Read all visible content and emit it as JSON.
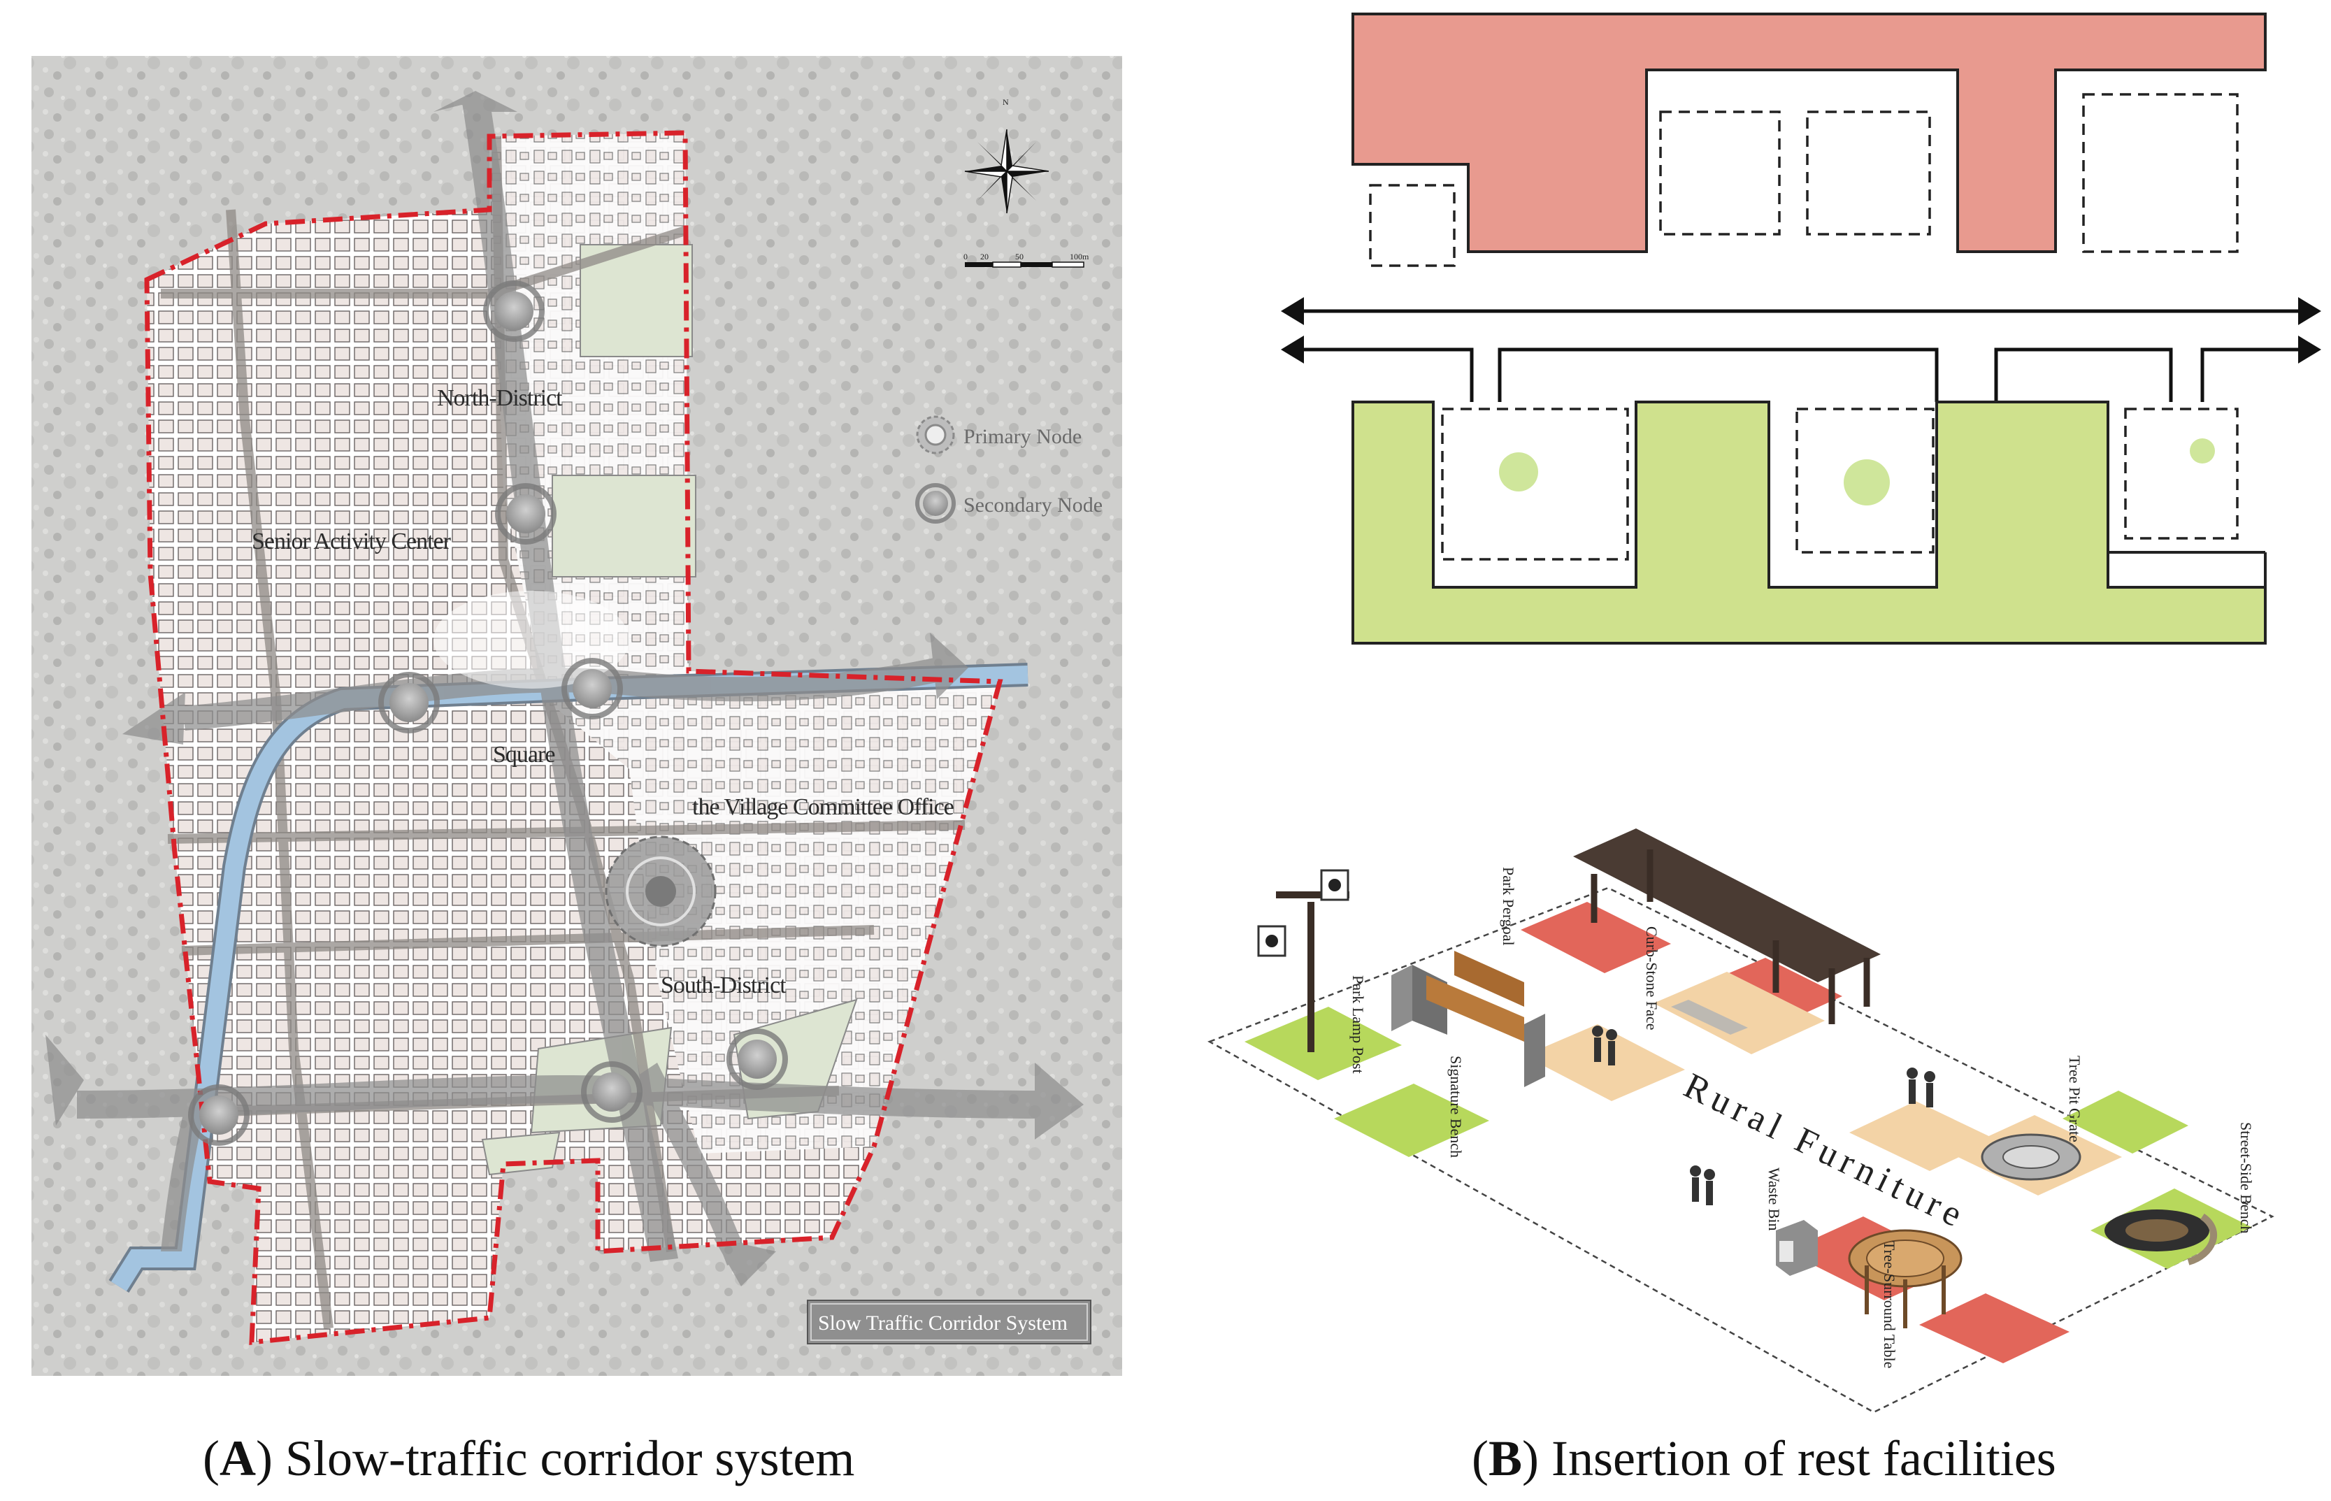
{
  "panel_a": {
    "caption_letter": "A",
    "caption_text": "Slow-traffic corridor system",
    "compass_north": "N",
    "scale": {
      "ticks": [
        "0",
        "20",
        "50",
        "100m"
      ]
    },
    "labels": {
      "north_district": "North-District",
      "senior_center": "Senior Activity Center",
      "square": "Square",
      "committee": "the Village Committee Office",
      "south_district": "South-District"
    },
    "legend": {
      "primary": "Primary Node",
      "secondary": "Secondary Node"
    },
    "badge": "Slow Traffic Corridor System",
    "colors": {
      "boundary": "#d8222a",
      "water": "#8fb7d8",
      "green": "#dfe8d3",
      "corridor": "#8c8c8c"
    }
  },
  "panel_b": {
    "caption_letter": "B",
    "caption_text": "Insertion of rest facilities",
    "furniture_title": "Rural Furniture",
    "furniture_labels": {
      "pergola": "Park Pergoal",
      "curb": "Curb-Stone Face",
      "lamp": "Park Lamp Post",
      "bench": "Signature Bench",
      "waste": "Waste Bin",
      "tree_table": "Tree-Surround Table",
      "tree_pit": "Tree Pit Grate",
      "street_bench": "Street-Side Bench"
    },
    "colors": {
      "pink": "#e89a8f",
      "green": "#cfe18d",
      "dot": "#cfe69b",
      "red_pad": "#e2665a",
      "green_pad": "#b7d85c",
      "sand_pad": "#f3d3a6"
    }
  }
}
